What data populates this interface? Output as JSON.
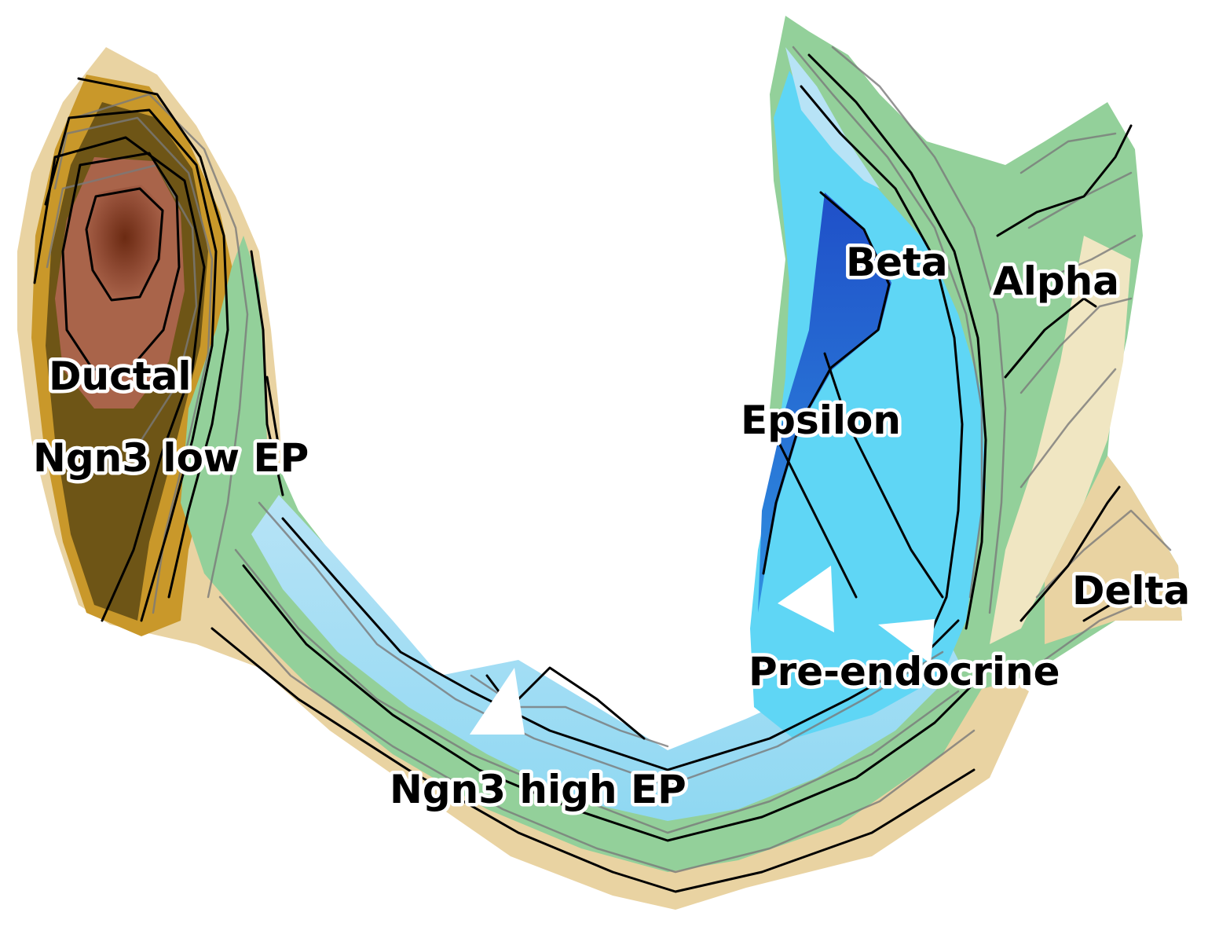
{
  "colors": {
    "background": "#ffffff",
    "peak_dark": "#6b2a12",
    "brown": "#a9644a",
    "ochre_dark": "#6e5516",
    "ochre": "#c9982a",
    "sand": "#e9d3a2",
    "cream": "#f0e6c2",
    "green": "#93d09a",
    "light_blue": "#b7e3f6",
    "cyan": "#5fd6f5",
    "blue": "#2f8fe0",
    "deep_blue": "#1f4fc8",
    "contour_major": "#000000",
    "contour_minor": "#7a7a7a"
  },
  "labels": {
    "ductal": "Ductal",
    "ngn3_low": "Ngn3 low EP",
    "ngn3_high": "Ngn3 high EP",
    "pre_endocrine": "Pre-endocrine",
    "epsilon": "Epsilon",
    "beta": "Beta",
    "alpha": "Alpha",
    "delta": "Delta"
  }
}
